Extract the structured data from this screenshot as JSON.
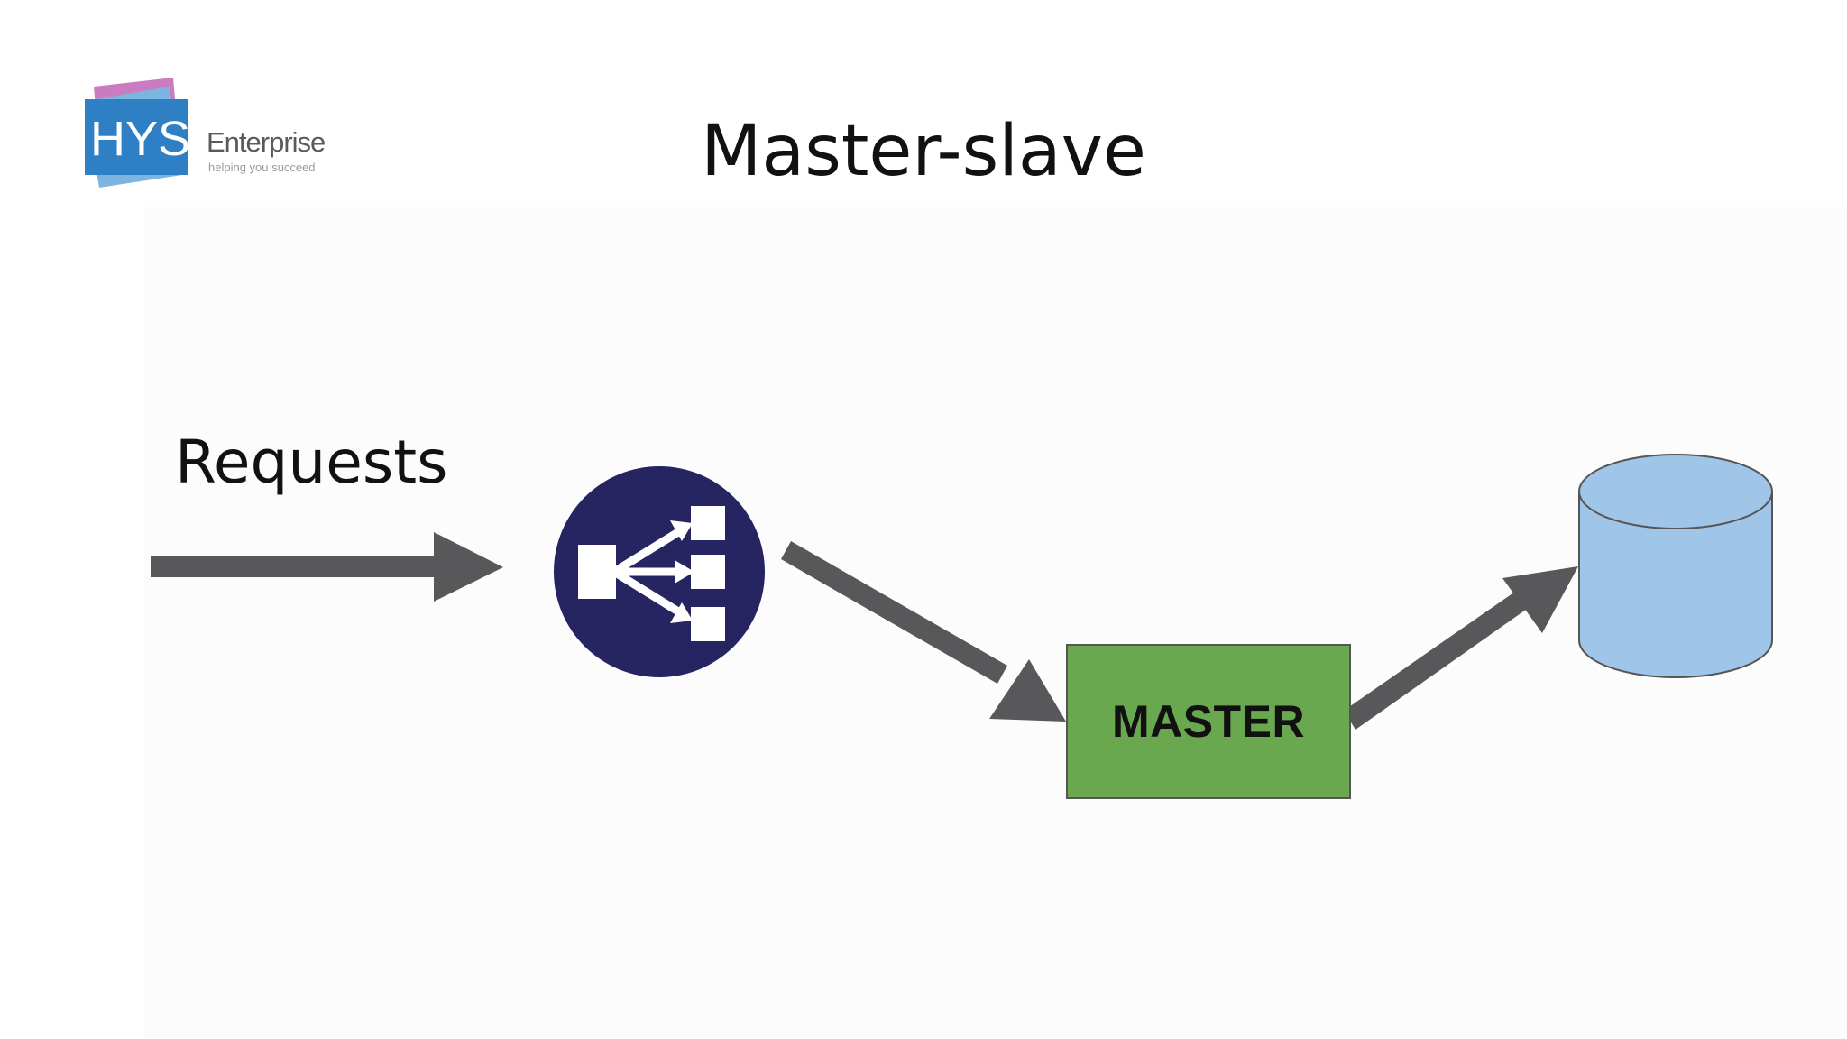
{
  "slide": {
    "title": "Master-slave",
    "logo": {
      "mark_text": "HYS",
      "word_text": "Enterprise",
      "tagline": "helping you succeed"
    },
    "requests_label": "Requests",
    "master_label": "MASTER"
  },
  "colors": {
    "arrow": "#58585a",
    "load_balancer": "#262561",
    "master_fill": "#6aa84f",
    "database_fill": "#9fc5e8",
    "logo_blue": "#2f7fc4",
    "logo_pink": "#c97cc0"
  },
  "diagram": {
    "nodes": [
      {
        "id": "load-balancer",
        "icon": "load-balancer-icon"
      },
      {
        "id": "master",
        "label": "MASTER"
      },
      {
        "id": "database",
        "icon": "database-cylinder-icon"
      }
    ],
    "edges": [
      {
        "from": "requests",
        "to": "load-balancer"
      },
      {
        "from": "load-balancer",
        "to": "master"
      },
      {
        "from": "master",
        "to": "database"
      }
    ]
  }
}
